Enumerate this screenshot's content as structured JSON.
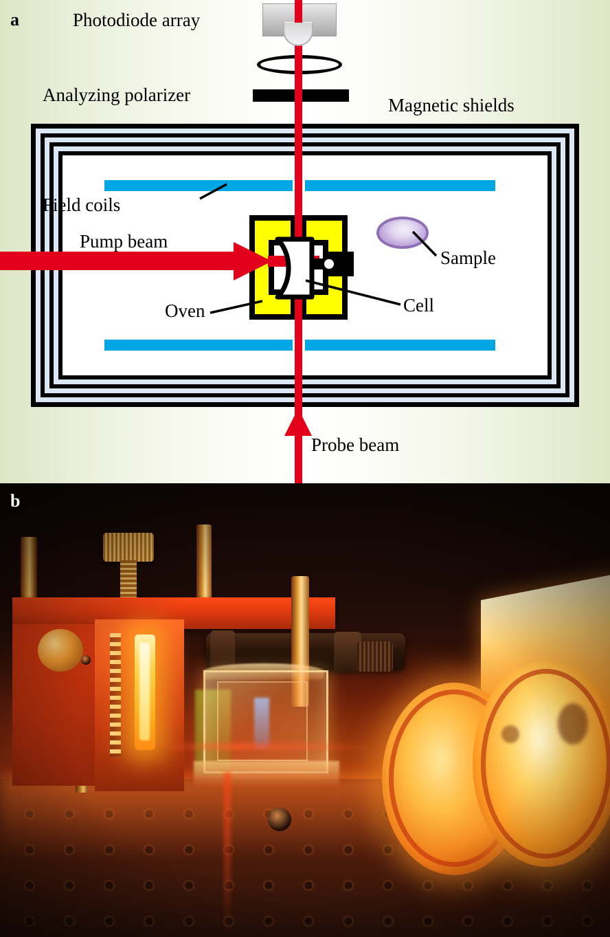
{
  "figure": {
    "panels": [
      {
        "id": "a",
        "label": "a",
        "type": "schematic-diagram"
      },
      {
        "id": "b",
        "label": "b",
        "type": "photograph"
      }
    ]
  },
  "panel_a": {
    "label": "a",
    "labels": {
      "photodiode_array": "Photodiode array",
      "analyzing_polarizer": "Analyzing polarizer",
      "magnetic_shields": "Magnetic shields",
      "field_coils": "Field coils",
      "pump_beam": "Pump beam",
      "sample": "Sample",
      "oven": "Oven",
      "cell": "Cell",
      "probe_beam": "Probe beam"
    },
    "components": {
      "photodiode_array": "photodiode-array-detector",
      "lens": "converging-lens",
      "polarizer": "analyzing-polarizer-bar",
      "shield_layers": 4,
      "field_coils": 4,
      "oven": "heated-oven-enclosure",
      "cell": "vapor-cell",
      "sample": "sample-ellipsoid",
      "pump_beam": "horizontal-pump-laser-beam",
      "probe_beam": "vertical-probe-laser-beam"
    },
    "colors": {
      "background_edge": "#dde6c6",
      "background_center": "#ffffff",
      "beam_red": "#e2001a",
      "coil_blue": "#00a7e4",
      "oven_yellow": "#ffff00",
      "shield_fill": "#dbe7f5",
      "shield_border": "#000000",
      "sample_purple": "#a98ccb",
      "photodiode_gray": "#cfcfcf",
      "polarizer_black": "#000000"
    }
  },
  "panel_b": {
    "label": "b",
    "description": "Photograph of the vapor cell setup illuminated by red laser light on an optical table",
    "colors": {
      "background_dark": "#140805",
      "laser_red": "#e03b10",
      "glow_yellow": "#ffd24a",
      "lens_orange": "#ff9a22",
      "table_brown": "#3a160a"
    },
    "elements": {
      "optical_table": "optical-table-with-mounting-holes",
      "glass_cell": "glass-cuvette-cell",
      "lens_barrels": "illuminated-lens-barrels",
      "mount_post": "optical-mount-post",
      "thumbscrew": "knurled-thumbscrew",
      "bracket_rail": "red-anodized-bracket-rail",
      "glow_bar": "bright-glowing-element",
      "lens_tube": "dark-lens-tube"
    }
  }
}
